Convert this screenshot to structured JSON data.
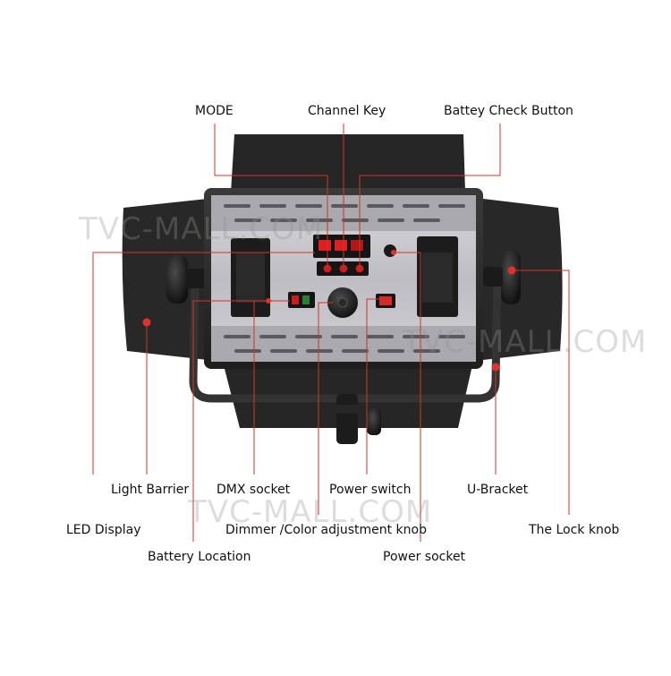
{
  "labels": {
    "mode": "MODE",
    "channel_key": "Channel Key",
    "battery_check": "Battey Check Button",
    "light_barrier": "Light Barrier",
    "dmx_socket": "DMX socket",
    "power_switch": "Power switch",
    "u_bracket": "U-Bracket",
    "led_display": "LED Display",
    "dimmer_knob": "Dimmer /Color adjustment knob",
    "lock_knob": "The Lock knob",
    "battery_location": "Battery Location",
    "power_socket": "Power socket"
  },
  "watermark": "TVC-MALL.COM",
  "colors": {
    "leader_line": "#d9302a",
    "marker": "#e0322b",
    "barn_door": "#262626",
    "panel_frame": "#2c2c2c",
    "panel_face": "#c9c9cd",
    "display_red": "#e02020"
  }
}
